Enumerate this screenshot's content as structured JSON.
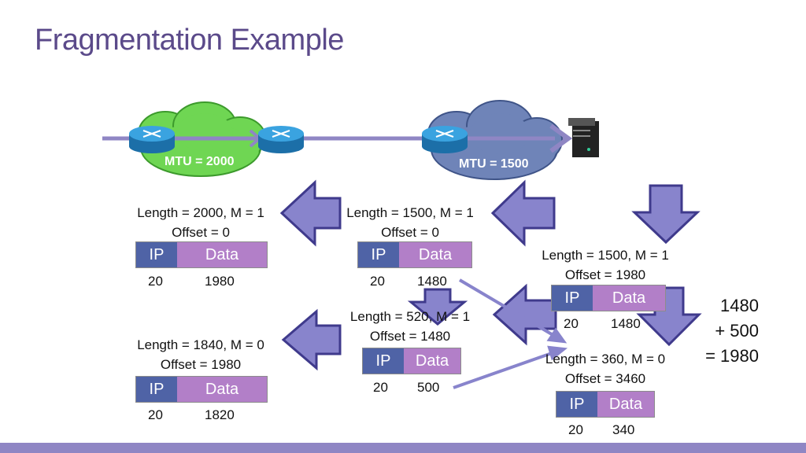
{
  "title": "Fragmentation Example",
  "clouds": [
    {
      "label": "MTU = 2000",
      "color": "#6fd653"
    },
    {
      "label": "MTU = 1500",
      "color": "#6f84b8"
    }
  ],
  "packets": [
    {
      "line1": "Length = 2000, M = 1",
      "line2": "Offset = 0",
      "ip": "IP",
      "data": "Data",
      "ip_size": "20",
      "data_size": "1980"
    },
    {
      "line1": "Length = 1500, M = 1",
      "line2": "Offset = 0",
      "ip": "IP",
      "data": "Data",
      "ip_size": "20",
      "data_size": "1480"
    },
    {
      "line1": "Length = 1500, M = 1",
      "line2": "Offset = 1980",
      "ip": "IP",
      "data": "Data",
      "ip_size": "20",
      "data_size": "1480"
    },
    {
      "line1": "Length = 520, M = 1",
      "line2": "Offset = 1480",
      "ip": "IP",
      "data": "Data",
      "ip_size": "20",
      "data_size": "500"
    },
    {
      "line1": "Length = 1840, M = 0",
      "line2": "Offset = 1980",
      "ip": "IP",
      "data": "Data",
      "ip_size": "20",
      "data_size": "1820"
    },
    {
      "line1": "Length = 360, M = 0",
      "line2": "Offset = 3460",
      "ip": "IP",
      "data": "Data",
      "ip_size": "20",
      "data_size": "340"
    }
  ],
  "sum": {
    "line1": "1480",
    "line2": "+ 500",
    "line3": "= 1980"
  },
  "colors": {
    "title": "#5b4a8a",
    "arrow_fill": "#8884cc",
    "arrow_stroke": "#3f3a8c",
    "path_line": "#8f86c4",
    "ip_box": "#4f63a6",
    "data_box": "#b27fc8",
    "router": "#3aa3e0"
  }
}
